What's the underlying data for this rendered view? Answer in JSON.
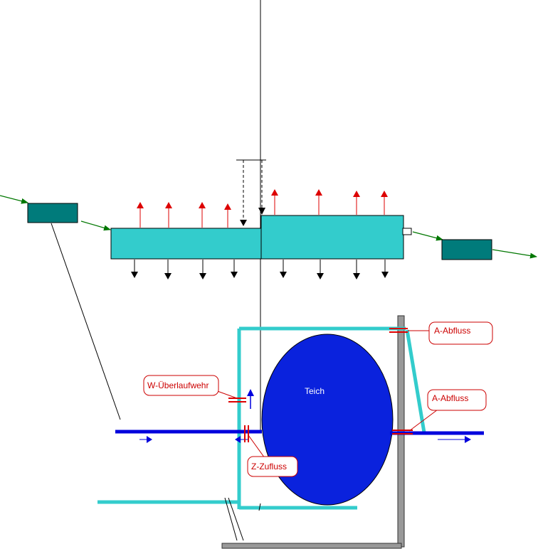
{
  "labels": {
    "pond": "Teich",
    "overflow_weir": "W-Überlaufwehr",
    "inflow": "Z-Zufluss",
    "outflow_top": "A-Abfluss",
    "outflow_right": "A-Abfluss"
  },
  "colors": {
    "box_dark": "#007b7b",
    "box_light": "#33cccc",
    "pond": "#0a22dd",
    "pipe_blue": "#0000dd",
    "pipe_cyan": "#33cccc",
    "wall_gray": "#999999",
    "flow_arrow_green": "#007700",
    "arrow_up_red": "#dd0000",
    "arrow_down_black": "#000000",
    "callout_border": "#cc0000"
  }
}
